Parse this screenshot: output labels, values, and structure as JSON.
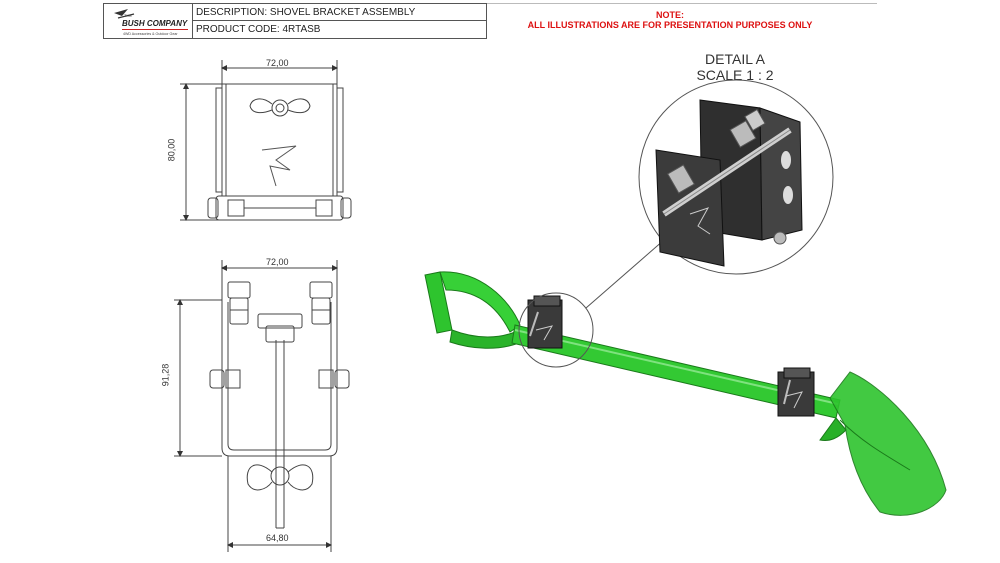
{
  "title_block": {
    "logo_text": "THE BUSH COMPANY",
    "logo_tagline": "4WD Accessories & Outdoor Gear",
    "description": "DESCRIPTION: SHOVEL BRACKET ASSEMBLY",
    "product_code": "PRODUCT CODE: 4RTASB"
  },
  "note": {
    "heading": "NOTE:",
    "text": "ALL ILLUSTRATIONS ARE FOR PRESENTATION PURPOSES ONLY"
  },
  "detail": {
    "title": "DETAIL A",
    "scale": "SCALE 1 : 2"
  },
  "dimensions": {
    "top_view_width": "72,00",
    "top_view_height": "80,00",
    "front_view_width": "72,00",
    "front_view_height": "91,28",
    "front_view_bottom_width": "64,80"
  },
  "colors": {
    "shovel_green": "#2ec42e",
    "bracket_dark": "#3a3a3a",
    "note_red": "#dd1111"
  }
}
